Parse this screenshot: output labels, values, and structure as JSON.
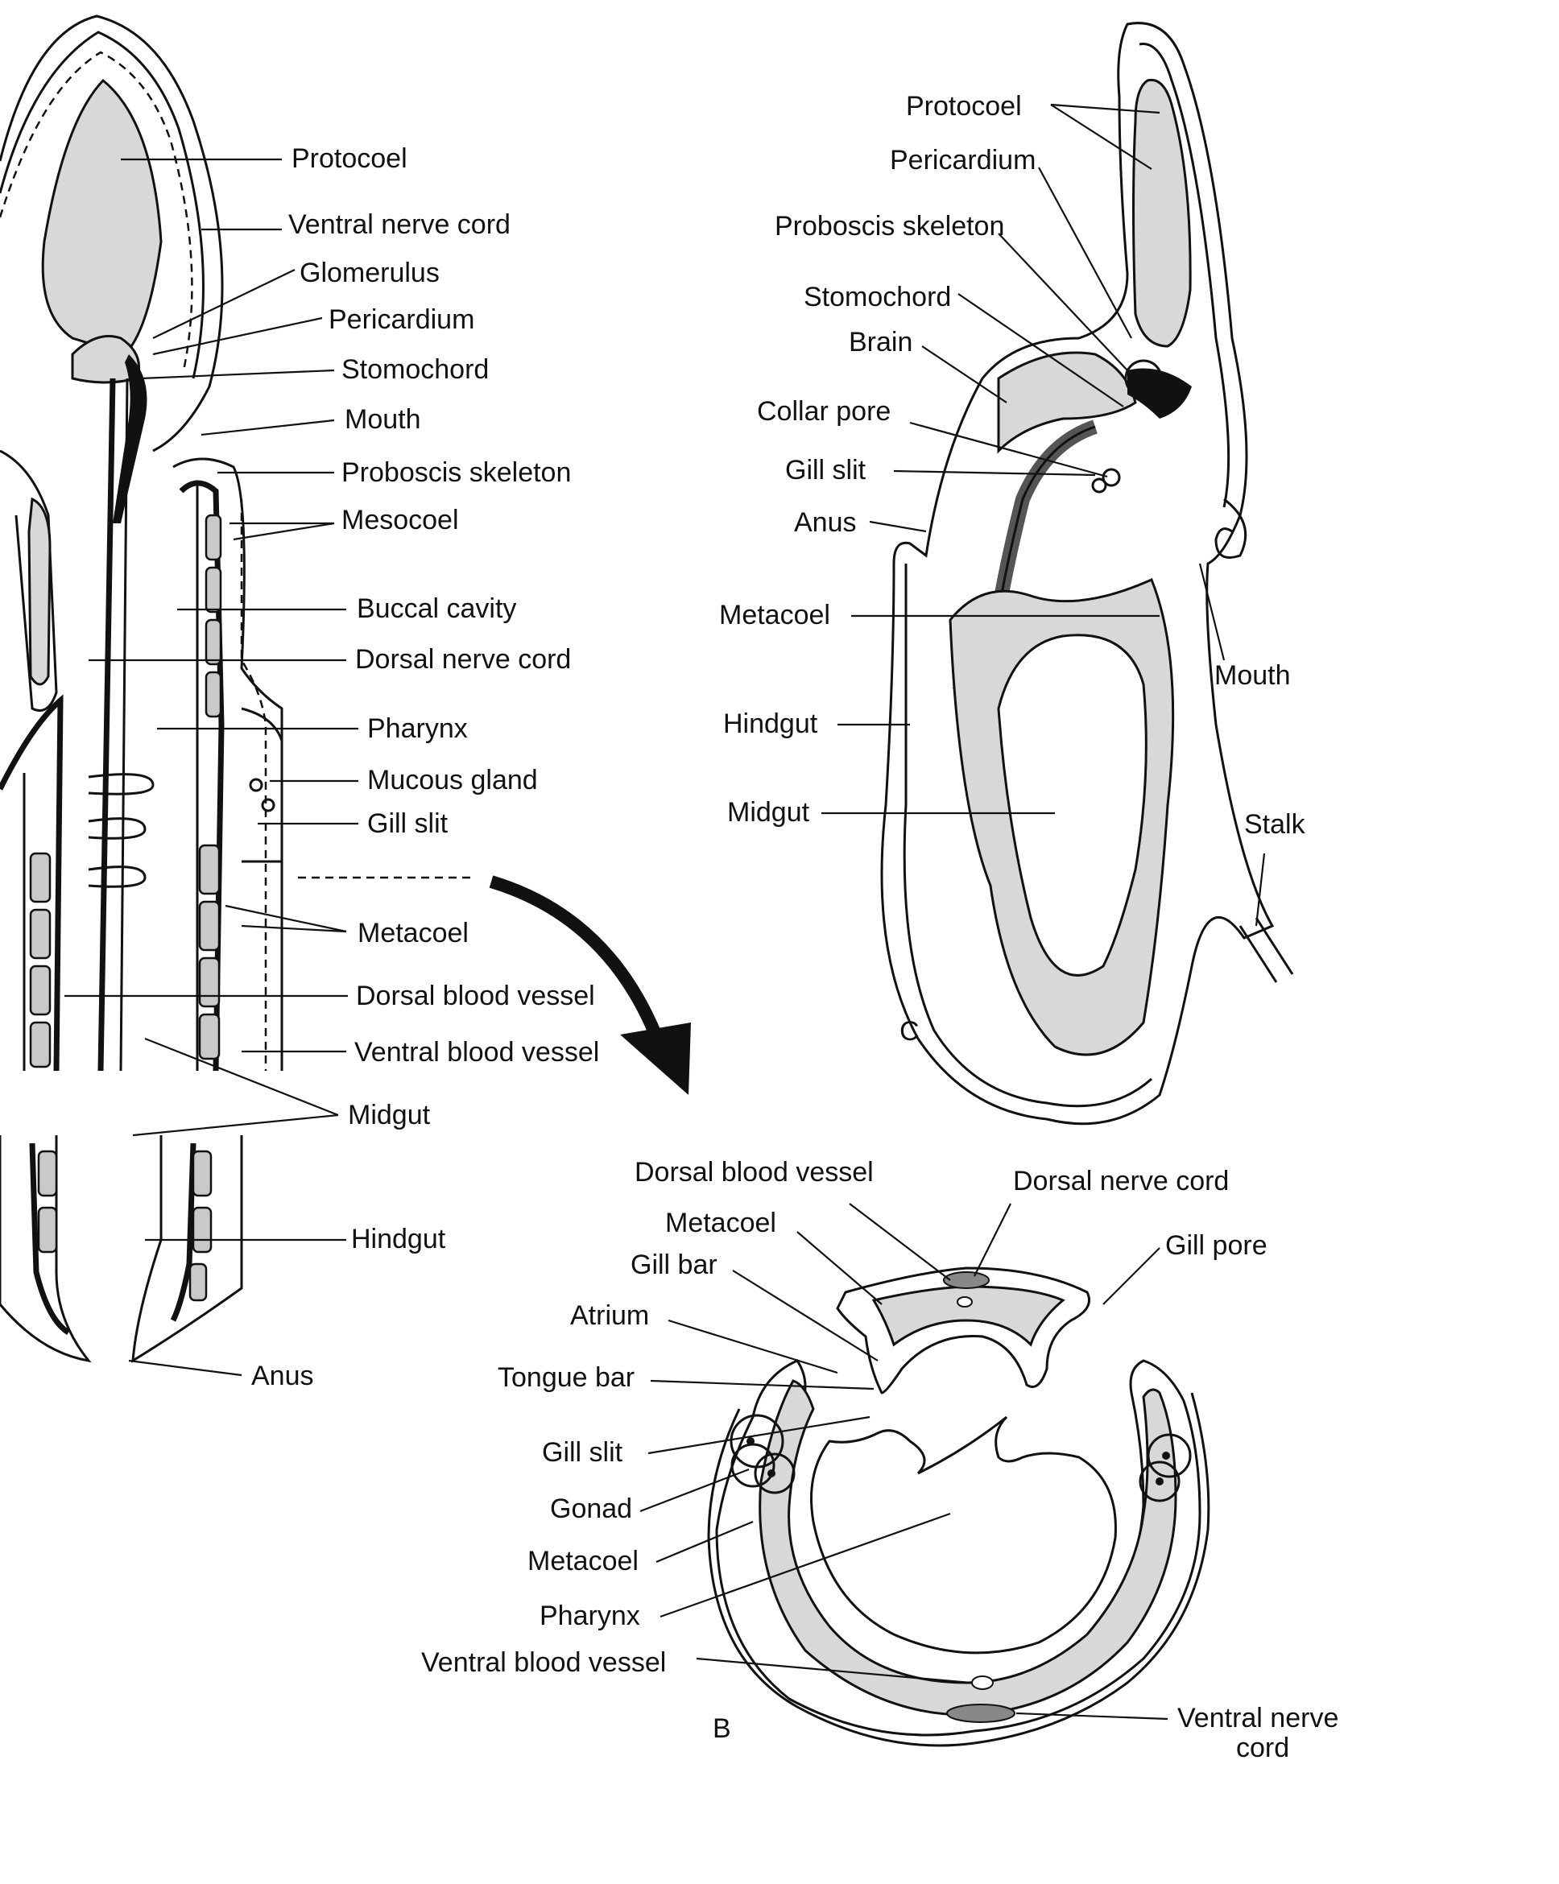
{
  "panelA": {
    "labels": {
      "protocoel": "Protocoel",
      "ventral_nerve_cord": "Ventral nerve cord",
      "glomerulus": "Glomerulus",
      "pericardium": "Pericardium",
      "stomochord": "Stomochord",
      "mouth": "Mouth",
      "proboscis_skeleton": "Proboscis skeleton",
      "mesocoel": "Mesocoel",
      "buccal_cavity": "Buccal cavity",
      "dorsal_nerve_cord": "Dorsal nerve cord",
      "pharynx": "Pharynx",
      "mucous_gland": "Mucous gland",
      "gill_slit": "Gill slit",
      "metacoel": "Metacoel",
      "dorsal_blood_vessel": "Dorsal blood vessel",
      "ventral_blood_vessel": "Ventral blood vessel",
      "midgut": "Midgut",
      "hindgut": "Hindgut",
      "anus": "Anus"
    }
  },
  "panelC": {
    "letter": "C",
    "labels": {
      "protocoel": "Protocoel",
      "pericardium": "Pericardium",
      "proboscis_skeleton": "Proboscis skeleton",
      "stomochord": "Stomochord",
      "brain": "Brain",
      "collar_pore": "Collar pore",
      "gill_slit": "Gill slit",
      "anus": "Anus",
      "metacoel": "Metacoel",
      "hindgut": "Hindgut",
      "midgut": "Midgut",
      "mouth": "Mouth",
      "stalk": "Stalk"
    }
  },
  "panelB": {
    "letter": "B",
    "labels": {
      "dorsal_blood_vessel": "Dorsal blood vessel",
      "dorsal_nerve_cord": "Dorsal nerve cord",
      "metacoel_top": "Metacoel",
      "gill_pore": "Gill pore",
      "gill_bar": "Gill bar",
      "atrium": "Atrium",
      "tongue_bar": "Tongue bar",
      "gill_slit": "Gill slit",
      "gonad": "Gonad",
      "metacoel": "Metacoel",
      "pharynx": "Pharynx",
      "ventral_blood_vessel": "Ventral blood vessel",
      "ventral_nerve_cord_1": "Ventral nerve",
      "ventral_nerve_cord_2": "cord"
    }
  }
}
